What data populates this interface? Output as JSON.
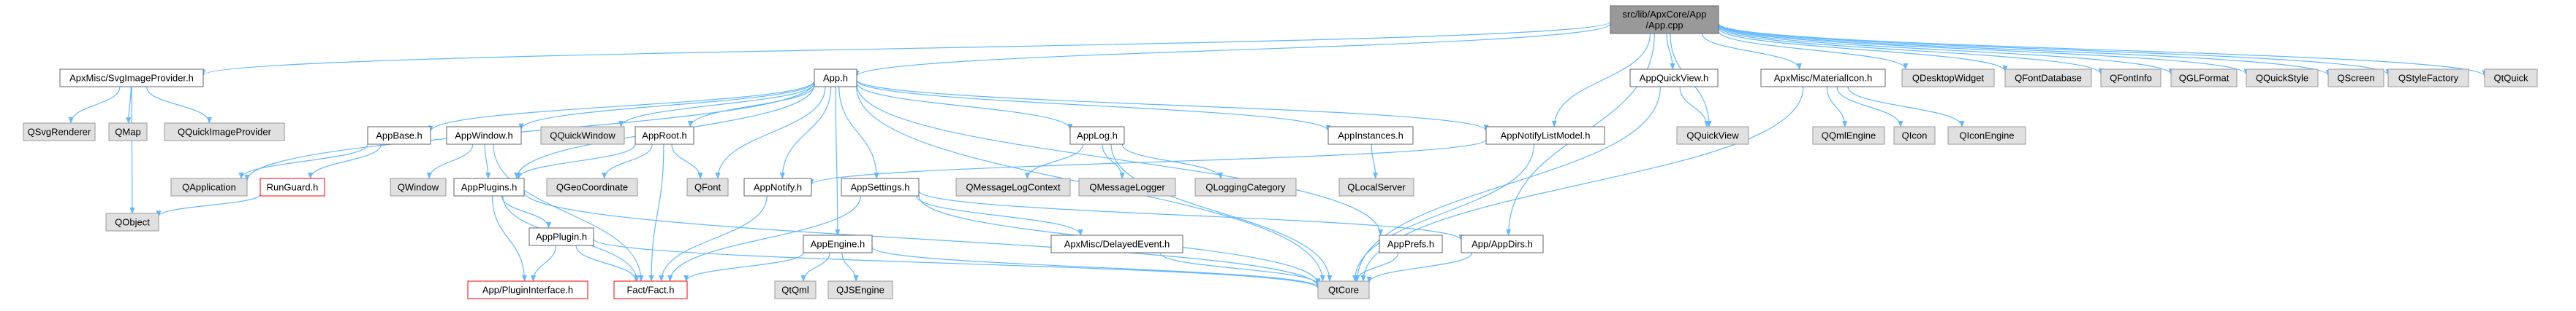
{
  "graph": {
    "colors": {
      "root_fill": "#999999",
      "root_stroke": "#666666",
      "normal_fill": "#ffffff",
      "normal_stroke": "#666666",
      "external_fill": "#e0e0e0",
      "external_stroke": "#999999",
      "missing_fill": "#ffffff",
      "missing_stroke": "#ff0000",
      "edge": "#63b8ff"
    },
    "nodes": [
      {
        "id": "root",
        "lines": [
          "src/lib/ApxCore/App",
          "/App.cpp"
        ],
        "kind": "root"
      },
      {
        "id": "svgimageprovider",
        "lines": [
          "ApxMisc/SvgImageProvider.h"
        ],
        "kind": "normal"
      },
      {
        "id": "app_h",
        "lines": [
          "App.h"
        ],
        "kind": "normal"
      },
      {
        "id": "appquickview",
        "lines": [
          "AppQuickView.h"
        ],
        "kind": "normal"
      },
      {
        "id": "materialicon",
        "lines": [
          "ApxMisc/MaterialIcon.h"
        ],
        "kind": "normal"
      },
      {
        "id": "qdesktopwidget",
        "lines": [
          "QDesktopWidget"
        ],
        "kind": "external"
      },
      {
        "id": "qfontdatabase",
        "lines": [
          "QFontDatabase"
        ],
        "kind": "external"
      },
      {
        "id": "qfontinfo",
        "lines": [
          "QFontInfo"
        ],
        "kind": "external"
      },
      {
        "id": "qglformat",
        "lines": [
          "QGLFormat"
        ],
        "kind": "external"
      },
      {
        "id": "qquickstyle",
        "lines": [
          "QQuickStyle"
        ],
        "kind": "external"
      },
      {
        "id": "qscreen",
        "lines": [
          "QScreen"
        ],
        "kind": "external"
      },
      {
        "id": "qstylefactory",
        "lines": [
          "QStyleFactory"
        ],
        "kind": "external"
      },
      {
        "id": "qquick",
        "lines": [
          "QtQuick"
        ],
        "kind": "external"
      },
      {
        "id": "qsvgrenderer",
        "lines": [
          "QSvgRenderer"
        ],
        "kind": "external"
      },
      {
        "id": "qmap",
        "lines": [
          "QMap"
        ],
        "kind": "external"
      },
      {
        "id": "qquickimageprovider",
        "lines": [
          "QQuickImageProvider"
        ],
        "kind": "external"
      },
      {
        "id": "appbase",
        "lines": [
          "AppBase.h"
        ],
        "kind": "normal"
      },
      {
        "id": "appwindow",
        "lines": [
          "AppWindow.h"
        ],
        "kind": "normal"
      },
      {
        "id": "qquickwindow",
        "lines": [
          "QQuickWindow"
        ],
        "kind": "external"
      },
      {
        "id": "approot",
        "lines": [
          "AppRoot.h"
        ],
        "kind": "normal"
      },
      {
        "id": "applog",
        "lines": [
          "AppLog.h"
        ],
        "kind": "normal"
      },
      {
        "id": "appinstances",
        "lines": [
          "AppInstances.h"
        ],
        "kind": "normal"
      },
      {
        "id": "appnotifylistmodel",
        "lines": [
          "AppNotifyListModel.h"
        ],
        "kind": "normal"
      },
      {
        "id": "qquickview",
        "lines": [
          "QQuickView"
        ],
        "kind": "external"
      },
      {
        "id": "qqmlengine",
        "lines": [
          "QQmlEngine"
        ],
        "kind": "external"
      },
      {
        "id": "qicon",
        "lines": [
          "QIcon"
        ],
        "kind": "external"
      },
      {
        "id": "qiconengine",
        "lines": [
          "QIconEngine"
        ],
        "kind": "external"
      },
      {
        "id": "qapplication",
        "lines": [
          "QApplication"
        ],
        "kind": "external"
      },
      {
        "id": "runguard",
        "lines": [
          "RunGuard.h"
        ],
        "kind": "missing"
      },
      {
        "id": "qwindow",
        "lines": [
          "QWindow"
        ],
        "kind": "external"
      },
      {
        "id": "appplugins",
        "lines": [
          "AppPlugins.h"
        ],
        "kind": "normal"
      },
      {
        "id": "qgeocoordinate",
        "lines": [
          "QGeoCoordinate"
        ],
        "kind": "external"
      },
      {
        "id": "qfont",
        "lines": [
          "QFont"
        ],
        "kind": "external"
      },
      {
        "id": "appnotify",
        "lines": [
          "AppNotify.h"
        ],
        "kind": "normal"
      },
      {
        "id": "appsettings",
        "lines": [
          "AppSettings.h"
        ],
        "kind": "normal"
      },
      {
        "id": "qmessagelogcontext",
        "lines": [
          "QMessageLogContext"
        ],
        "kind": "external"
      },
      {
        "id": "qmessagelogger",
        "lines": [
          "QMessageLogger"
        ],
        "kind": "external"
      },
      {
        "id": "qloggingcategory",
        "lines": [
          "QLoggingCategory"
        ],
        "kind": "external"
      },
      {
        "id": "qlocalserver",
        "lines": [
          "QLocalServer"
        ],
        "kind": "external"
      },
      {
        "id": "qobject",
        "lines": [
          "QObject"
        ],
        "kind": "external"
      },
      {
        "id": "appplugin",
        "lines": [
          "AppPlugin.h"
        ],
        "kind": "normal"
      },
      {
        "id": "delayedevent",
        "lines": [
          "ApxMisc/DelayedEvent.h"
        ],
        "kind": "normal"
      },
      {
        "id": "appprefs",
        "lines": [
          "AppPrefs.h"
        ],
        "kind": "normal"
      },
      {
        "id": "appdirs",
        "lines": [
          "App/AppDirs.h"
        ],
        "kind": "normal"
      },
      {
        "id": "appengine",
        "lines": [
          "AppEngine.h"
        ],
        "kind": "normal"
      },
      {
        "id": "pluginiface",
        "lines": [
          "App/PluginInterface.h"
        ],
        "kind": "missing"
      },
      {
        "id": "fact",
        "lines": [
          "Fact/Fact.h"
        ],
        "kind": "missing"
      },
      {
        "id": "qtqml",
        "lines": [
          "QtQml"
        ],
        "kind": "external"
      },
      {
        "id": "qjsengine",
        "lines": [
          "QJSEngine"
        ],
        "kind": "external"
      },
      {
        "id": "qtcore",
        "lines": [
          "QtCore"
        ],
        "kind": "external"
      }
    ],
    "edges": [
      [
        "root",
        "svgimageprovider"
      ],
      [
        "root",
        "app_h"
      ],
      [
        "root",
        "appquickview"
      ],
      [
        "root",
        "materialicon"
      ],
      [
        "root",
        "qdesktopwidget"
      ],
      [
        "root",
        "qfontdatabase"
      ],
      [
        "root",
        "qfontinfo"
      ],
      [
        "root",
        "qglformat"
      ],
      [
        "root",
        "qquickstyle"
      ],
      [
        "root",
        "qscreen"
      ],
      [
        "root",
        "qstylefactory"
      ],
      [
        "root",
        "qquick"
      ],
      [
        "root",
        "appnotifylistmodel"
      ],
      [
        "root",
        "qquickview"
      ],
      [
        "root",
        "appdirs"
      ],
      [
        "svgimageprovider",
        "qsvgrenderer"
      ],
      [
        "svgimageprovider",
        "qmap"
      ],
      [
        "svgimageprovider",
        "qquickimageprovider"
      ],
      [
        "svgimageprovider",
        "qobject"
      ],
      [
        "app_h",
        "appbase"
      ],
      [
        "app_h",
        "appwindow"
      ],
      [
        "app_h",
        "qquickwindow"
      ],
      [
        "app_h",
        "approot"
      ],
      [
        "app_h",
        "applog"
      ],
      [
        "app_h",
        "appinstances"
      ],
      [
        "app_h",
        "appnotifylistmodel"
      ],
      [
        "app_h",
        "qapplication"
      ],
      [
        "app_h",
        "appplugins"
      ],
      [
        "app_h",
        "qfont"
      ],
      [
        "app_h",
        "appnotify"
      ],
      [
        "app_h",
        "appsettings"
      ],
      [
        "app_h",
        "appengine"
      ],
      [
        "app_h",
        "appprefs"
      ],
      [
        "app_h",
        "qtcore"
      ],
      [
        "appbase",
        "qapplication"
      ],
      [
        "appbase",
        "runguard"
      ],
      [
        "appwindow",
        "qwindow"
      ],
      [
        "appwindow",
        "appplugins"
      ],
      [
        "appwindow",
        "fact"
      ],
      [
        "approot",
        "appplugins"
      ],
      [
        "approot",
        "qgeocoordinate"
      ],
      [
        "approot",
        "qfont"
      ],
      [
        "approot",
        "fact"
      ],
      [
        "applog",
        "qmessagelogcontext"
      ],
      [
        "applog",
        "qmessagelogger"
      ],
      [
        "applog",
        "qloggingcategory"
      ],
      [
        "applog",
        "qtcore"
      ],
      [
        "appinstances",
        "qlocalserver"
      ],
      [
        "appnotifylistmodel",
        "appnotify"
      ],
      [
        "appnotifylistmodel",
        "qtcore"
      ],
      [
        "appquickview",
        "qquickview"
      ],
      [
        "appquickview",
        "qtcore"
      ],
      [
        "materialicon",
        "qqmlengine"
      ],
      [
        "materialicon",
        "qicon"
      ],
      [
        "materialicon",
        "qiconengine"
      ],
      [
        "materialicon",
        "qtcore"
      ],
      [
        "runguard",
        "qobject"
      ],
      [
        "appplugins",
        "appplugin"
      ],
      [
        "appplugins",
        "pluginiface"
      ],
      [
        "appplugins",
        "fact"
      ],
      [
        "appplugins",
        "qtcore"
      ],
      [
        "appnotify",
        "fact"
      ],
      [
        "appsettings",
        "fact"
      ],
      [
        "appsettings",
        "delayedevent"
      ],
      [
        "appsettings",
        "appdirs"
      ],
      [
        "appsettings",
        "qtcore"
      ],
      [
        "appplugin",
        "pluginiface"
      ],
      [
        "appplugin",
        "fact"
      ],
      [
        "appplugin",
        "qtcore"
      ],
      [
        "delayedevent",
        "qtcore"
      ],
      [
        "appprefs",
        "qtcore"
      ],
      [
        "appdirs",
        "qtcore"
      ],
      [
        "appengine",
        "qtqml"
      ],
      [
        "appengine",
        "qjsengine"
      ],
      [
        "appengine",
        "fact"
      ],
      [
        "appengine",
        "qtcore"
      ]
    ]
  }
}
